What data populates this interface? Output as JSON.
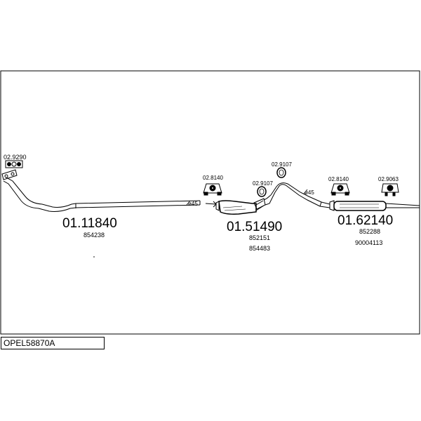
{
  "diagram": {
    "title_code": "OPEL58870A",
    "parts": {
      "front_pipe": {
        "code": "01.11840",
        "refs": [
          "854238"
        ]
      },
      "middle_silencer": {
        "code": "01.51490",
        "refs": [
          "852151",
          "854483"
        ]
      },
      "rear_silencer": {
        "code": "01.62140",
        "refs": [
          "852288",
          "90004113"
        ]
      }
    },
    "accessories": {
      "gasket_front": "02.9290",
      "hanger_1": "02.8140",
      "ring_1": "02.9107",
      "ring_2": "02.9107",
      "hanger_2": "02.8140",
      "hanger_3": "02.9063"
    },
    "diameters": {
      "d1": "ø45",
      "d2": "ø45"
    }
  }
}
